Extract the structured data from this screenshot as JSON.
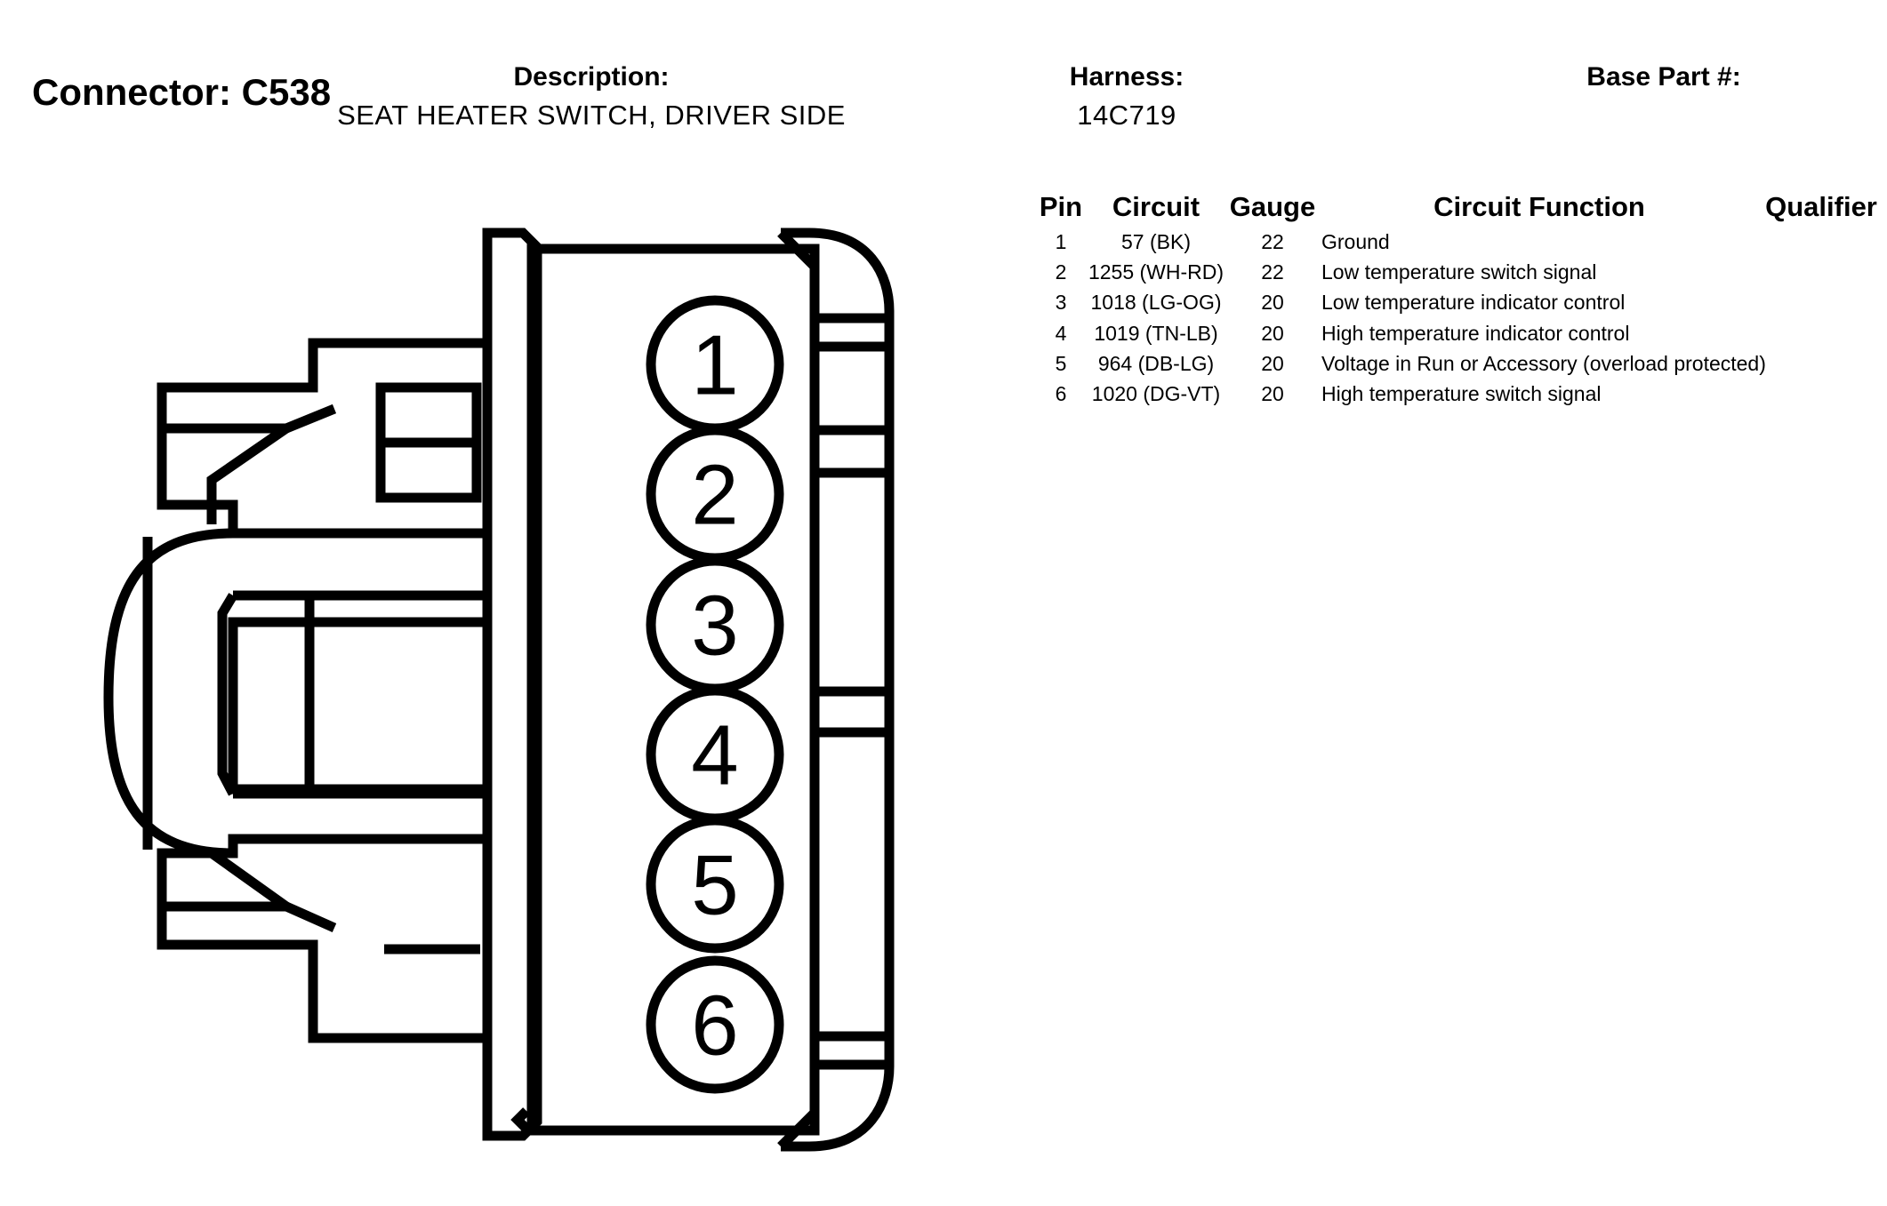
{
  "header": {
    "connector": "Connector: C538",
    "description_label": "Description:",
    "description_value": "SEAT HEATER SWITCH, DRIVER SIDE",
    "harness_label": "Harness:",
    "harness_value": "14C719",
    "base_part_label": "Base Part #:",
    "base_part_value": ""
  },
  "table": {
    "columns": [
      "Pin",
      "Circuit",
      "Gauge",
      "Circuit Function",
      "Qualifier"
    ],
    "rows": [
      {
        "pin": "1",
        "circuit": "57 (BK)",
        "gauge": "22",
        "function": "Ground",
        "qualifier": ""
      },
      {
        "pin": "2",
        "circuit": "1255 (WH-RD)",
        "gauge": "22",
        "function": "Low temperature switch signal",
        "qualifier": ""
      },
      {
        "pin": "3",
        "circuit": "1018 (LG-OG)",
        "gauge": "20",
        "function": "Low temperature indicator control",
        "qualifier": ""
      },
      {
        "pin": "4",
        "circuit": "1019 (TN-LB)",
        "gauge": "20",
        "function": "High temperature indicator control",
        "qualifier": ""
      },
      {
        "pin": "5",
        "circuit": "964 (DB-LG)",
        "gauge": "20",
        "function": "Voltage in Run or Accessory (overload protected)",
        "qualifier": ""
      },
      {
        "pin": "6",
        "circuit": "1020 (DG-VT)",
        "gauge": "20",
        "function": "High temperature switch signal",
        "qualifier": ""
      }
    ]
  },
  "diagram": {
    "pin_labels": [
      "1",
      "2",
      "3",
      "4",
      "5",
      "6"
    ],
    "stroke_color": "#000000"
  }
}
